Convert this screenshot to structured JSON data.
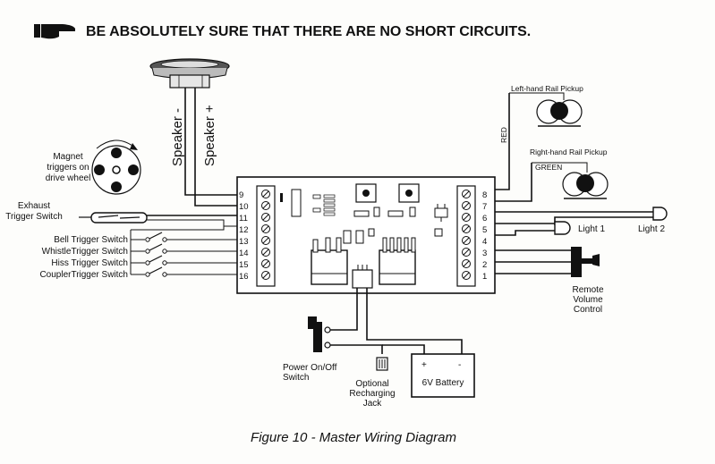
{
  "warning": "BE ABSOLUTELY SURE THAT THERE ARE NO SHORT CIRCUITS.",
  "speaker_labels": {
    "minus": "Speaker -",
    "plus": "Speaker +"
  },
  "magnet_label": [
    "Magnet",
    "triggers on",
    "drive wheel"
  ],
  "exhaust_label": [
    "Exhaust",
    "Trigger Switch"
  ],
  "switches": [
    "Bell Trigger Switch",
    "WhistleTrigger Switch",
    "Hiss Trigger Switch",
    "CouplerTrigger Switch"
  ],
  "left_terminals": [
    "9",
    "10",
    "11",
    "12",
    "13",
    "14",
    "15",
    "16"
  ],
  "right_terminals": [
    "8",
    "7",
    "6",
    "5",
    "4",
    "3",
    "2",
    "1"
  ],
  "rail_pickups": {
    "left": "Left-hand Rail Pickup",
    "right": "Right-hand Rail Pickup",
    "red": "RED",
    "green": "GREEN"
  },
  "lights": {
    "light1": "Light 1",
    "light2": "Light 2"
  },
  "remote_volume": [
    "Remote",
    "Volume",
    "Control"
  ],
  "power_switch": [
    "Power On/Off",
    "Switch"
  ],
  "recharging_jack": [
    "Optional",
    "Recharging",
    "Jack"
  ],
  "battery": {
    "label": "6V Battery",
    "plus": "+",
    "minus": "-"
  },
  "caption": "Figure 10 -  Master Wiring Diagram",
  "icons": {
    "warning": "pointing-hand-icon"
  }
}
